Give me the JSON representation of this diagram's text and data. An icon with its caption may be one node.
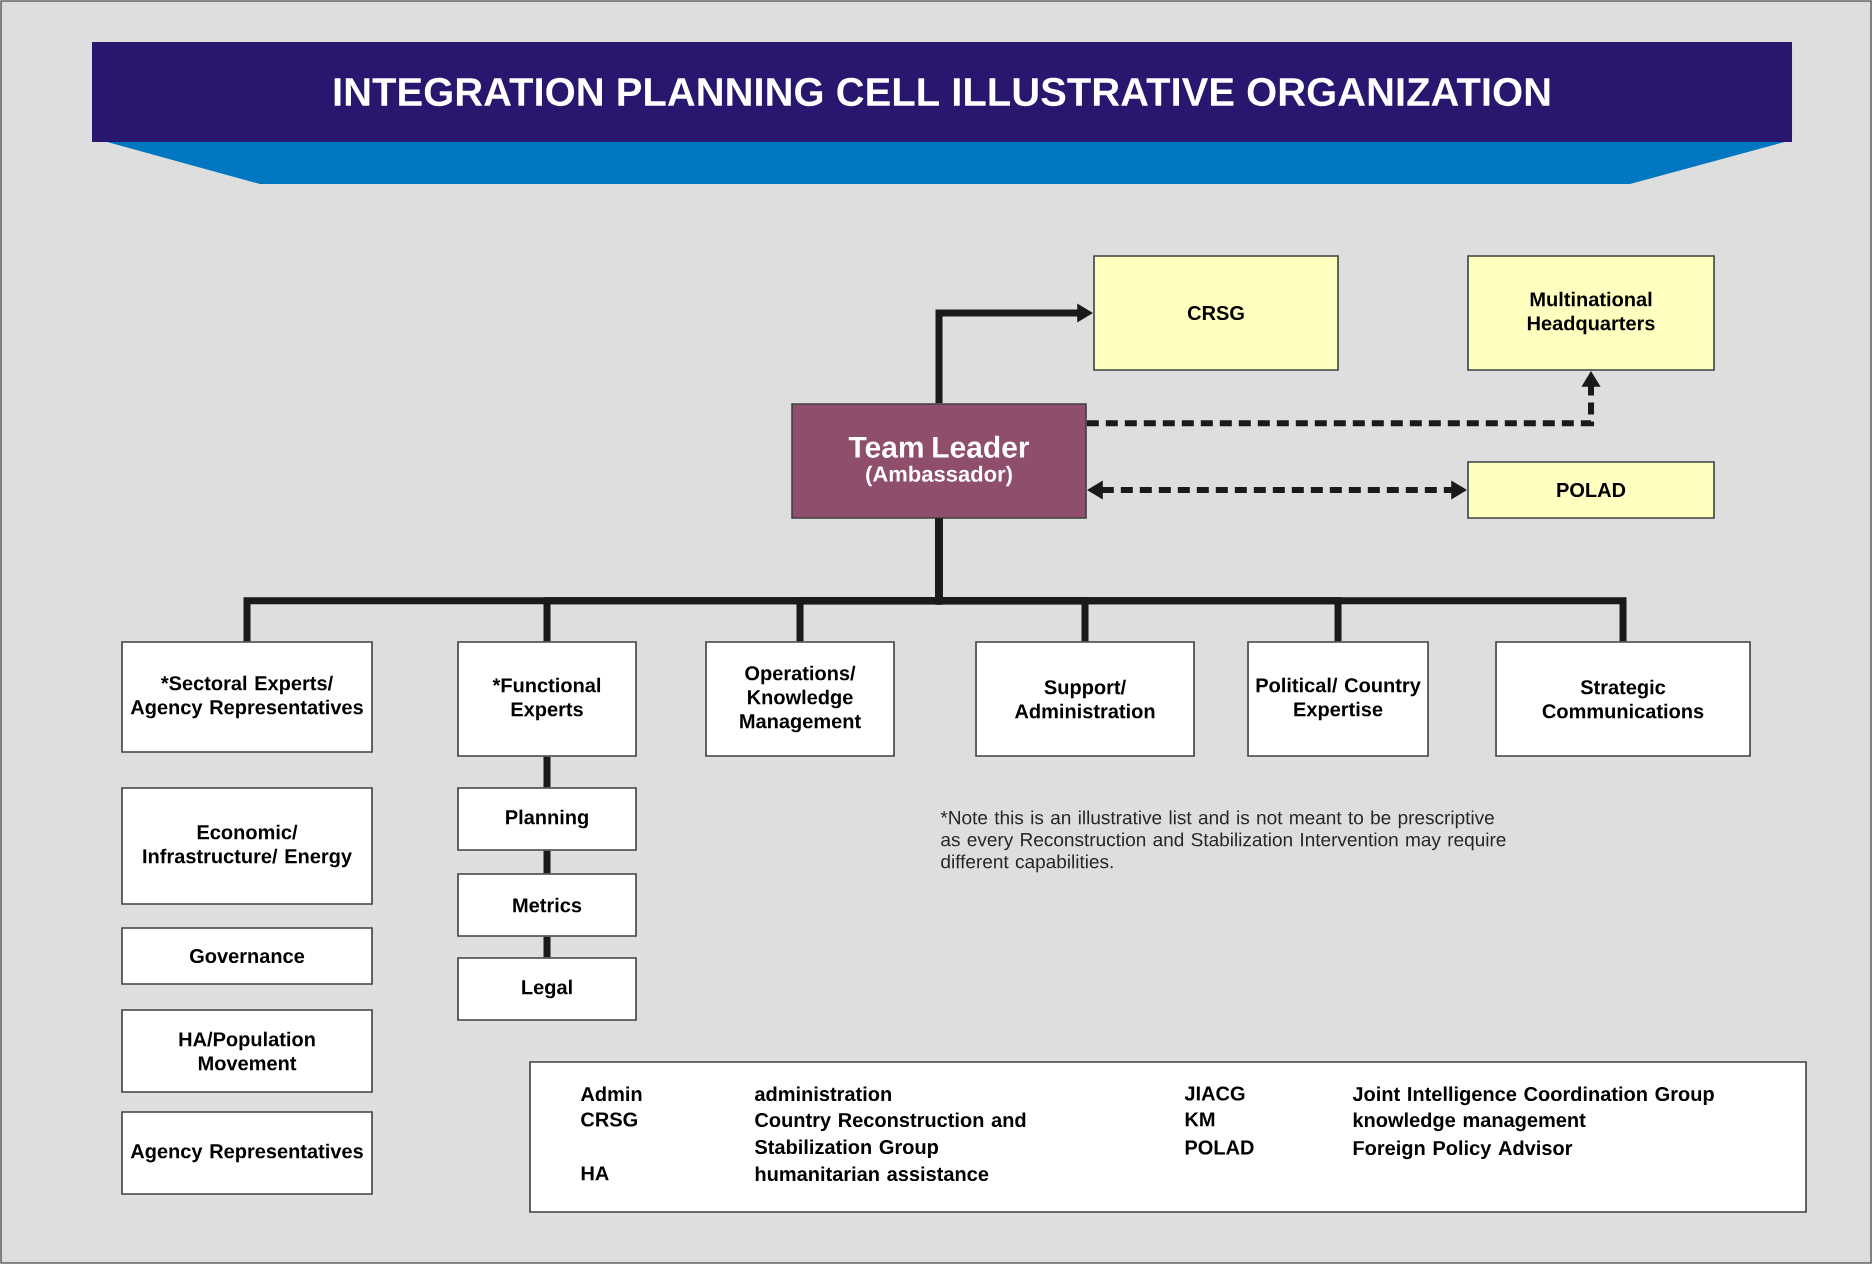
{
  "diagram": {
    "title": "INTEGRATION PLANNING CELL ILLUSTRATIVE ORGANIZATION",
    "nodes": [
      {
        "text": [
          "Team Leader",
          "(Ambassador)"
        ]
      },
      {
        "text": [
          "CRSG"
        ]
      },
      {
        "text": [
          "Multinational Headquarters"
        ]
      },
      {
        "text": [
          "POLAD"
        ]
      },
      {
        "text": [
          "*Sectoral Experts/ Agency Representatives"
        ]
      },
      {
        "text": [
          "*Functional Experts"
        ]
      },
      {
        "text": [
          "Operations/ Knowledge Management"
        ]
      },
      {
        "text": [
          "Support/ Administration"
        ]
      },
      {
        "text": [
          "Political/ Country Expertise"
        ]
      },
      {
        "text": [
          "Strategic Communications"
        ]
      },
      {
        "text": [
          "Economic/ Infrastructure/ Energy"
        ]
      },
      {
        "text": [
          "Governance"
        ]
      },
      {
        "text": [
          "HA/Population Movement"
        ]
      },
      {
        "text": [
          "Agency Representatives"
        ]
      },
      {
        "text": [
          "Planning"
        ]
      },
      {
        "text": [
          "Metrics"
        ]
      },
      {
        "text": [
          "Legal"
        ]
      }
    ],
    "edges": [
      {
        "from": 0,
        "to": 1,
        "arrow": "to"
      },
      {
        "from": 0,
        "to": 2,
        "arrow": "to",
        "style": "dashed"
      },
      {
        "from": 0,
        "to": 3,
        "arrow": "both",
        "style": "dashed"
      },
      {
        "from": 0,
        "to": 4,
        "arrow": "none"
      },
      {
        "from": 0,
        "to": 5,
        "arrow": "none"
      },
      {
        "from": 0,
        "to": 6,
        "arrow": "none"
      },
      {
        "from": 0,
        "to": 7,
        "arrow": "none"
      },
      {
        "from": 0,
        "to": 8,
        "arrow": "none"
      },
      {
        "from": 0,
        "to": 9,
        "arrow": "none"
      },
      {
        "from": 5,
        "to": 14,
        "arrow": "none"
      },
      {
        "from": 14,
        "to": 15,
        "arrow": "none"
      },
      {
        "from": 15,
        "to": 16,
        "arrow": "none"
      }
    ],
    "labels": [
      "*Note this is an illustrative list and is not meant to be prescriptive as every Reconstruction and Stabilization Intervention may require different capabilities.",
      "Admin",
      "administration",
      "JIACG",
      "Joint Intelligence Coordination Group",
      "CRSG",
      "Country Reconstruction and Stabilization Group",
      "KM",
      "knowledge management",
      "POLAD",
      "Foreign Policy Advisor",
      "HA",
      "humanitarian assistance"
    ]
  }
}
